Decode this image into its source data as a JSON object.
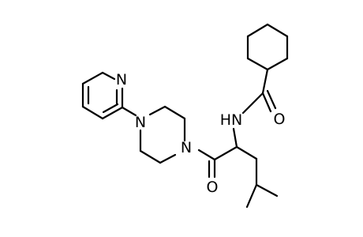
{
  "diagram": {
    "type": "chemical-structure",
    "colors": {
      "background": "#ffffff",
      "bonds": "#000000",
      "labels": "#000000"
    },
    "atoms": {
      "pyridine_n": "N",
      "piperazine_n_left": "N",
      "piperazine_n_right": "N",
      "amide_nh": "HN",
      "carbonyl_o_lower": "O",
      "carbonyl_o_upper": "O"
    }
  }
}
